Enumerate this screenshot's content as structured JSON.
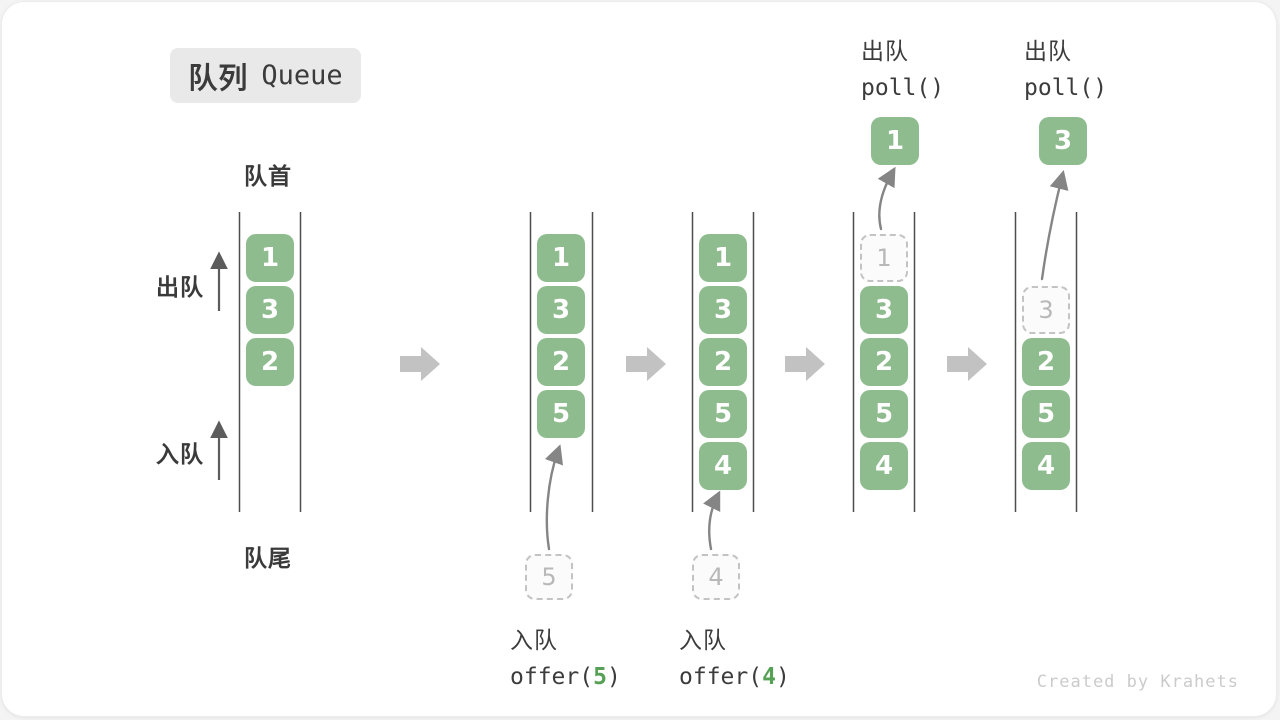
{
  "title": {
    "zh": "队列",
    "en": "Queue"
  },
  "side_labels": {
    "front": "队首",
    "rear": "队尾",
    "dequeue": "出队",
    "enqueue": "入队"
  },
  "columns": [
    {
      "boxes": [
        "1",
        "3",
        "2"
      ]
    },
    {
      "boxes": [
        "1",
        "3",
        "2",
        "5"
      ],
      "incoming": "5"
    },
    {
      "boxes": [
        "1",
        "3",
        "2",
        "5",
        "4"
      ],
      "incoming": "4"
    },
    {
      "boxes": [
        "3",
        "2",
        "5",
        "4"
      ],
      "removed": "1",
      "polled": "1"
    },
    {
      "boxes": [
        "2",
        "5",
        "4"
      ],
      "removed": "3",
      "polled": "3"
    }
  ],
  "annotations": {
    "poll_1": {
      "label": "出队",
      "code": "poll()"
    },
    "poll_2": {
      "label": "出队",
      "code": "poll()"
    },
    "offer_5": {
      "label": "入队",
      "fn": "offer(",
      "arg": "5",
      "close": ")"
    },
    "offer_4": {
      "label": "入队",
      "fn": "offer(",
      "arg": "4",
      "close": ")"
    }
  },
  "watermark": "Created by Krahets",
  "colors": {
    "box_green": "#8fbc8f",
    "accent_green": "#56a156",
    "block_arrow_gray": "#c2c2c2",
    "wall_gray": "#4d4d4d",
    "dashed_gray": "#c3c3c3",
    "badge_gray": "#e9e9e9"
  }
}
